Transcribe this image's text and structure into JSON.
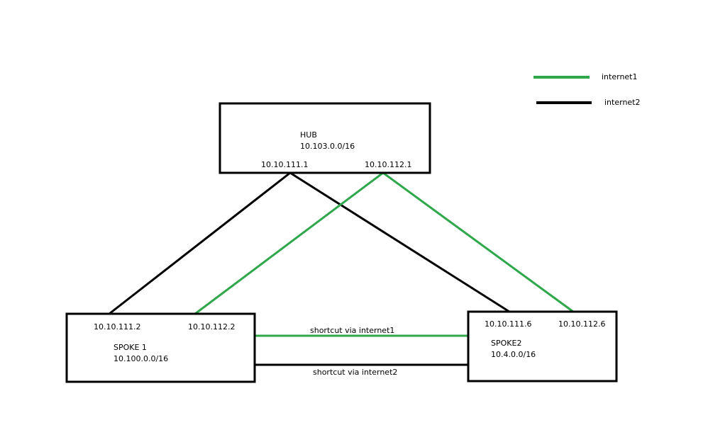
{
  "colors": {
    "internet1": "#2ea84a",
    "internet2": "#000000"
  },
  "legend": {
    "internet1_label": "internet1",
    "internet2_label": "internet2"
  },
  "hub": {
    "name": "HUB",
    "subnet": "10.103.0.0/16",
    "ip_internet2": "10.10.111.1",
    "ip_internet1": "10.10.112.1"
  },
  "spoke1": {
    "name": "SPOKE 1",
    "subnet": "10.100.0.0/16",
    "ip_internet2": "10.10.111.2",
    "ip_internet1": "10.10.112.2"
  },
  "spoke2": {
    "name": "SPOKE2",
    "subnet": "10.4.0.0/16",
    "ip_internet2": "10.10.111.6",
    "ip_internet1": "10.10.112.6"
  },
  "shortcuts": {
    "internet1_label": "shortcut via internet1",
    "internet2_label": "shortcut via internet2"
  }
}
